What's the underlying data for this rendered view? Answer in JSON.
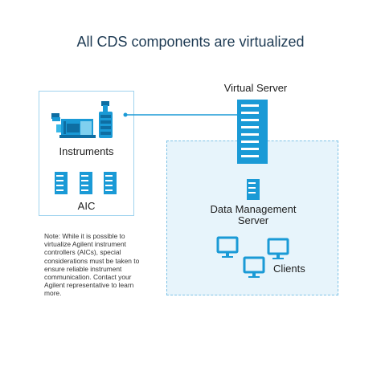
{
  "title": "All CDS components are virtualized",
  "virtual_server_label": "Virtual Server",
  "instruments_label": "Instruments",
  "aic_label": "AIC",
  "data_management_server_label": {
    "line1": "Data Management",
    "line2": "Server"
  },
  "clients_label": "Clients",
  "note_text": "Note: While it is possible to virtualize Agilent instrument controllers (AICs), special considerations must be taken to ensure reliable instrument communication. Contact your Agilent representative to learn more.",
  "colors": {
    "accent": "#1a9ad6",
    "dark_accent": "#0e6ea3",
    "title": "#1d3a53",
    "virtual_area_fill": "#e7f4fb",
    "virtual_area_border": "#7ec3e6"
  },
  "icons": [
    "instrument-stack-icon",
    "column-oven-icon",
    "server-tower-icon",
    "monitor-icon"
  ]
}
